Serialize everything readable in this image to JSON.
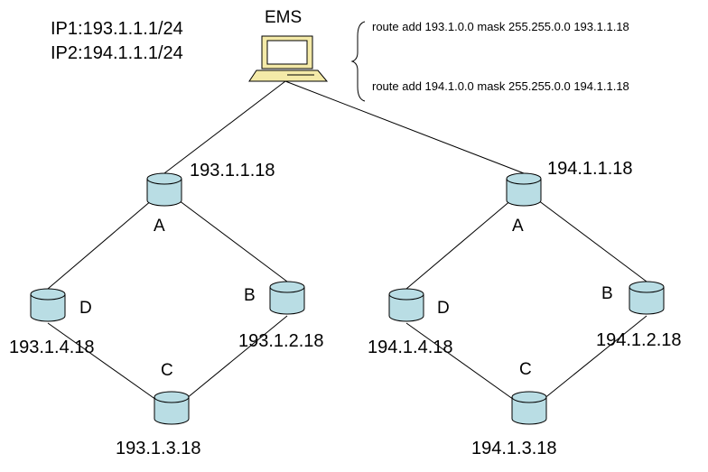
{
  "title": "EMS",
  "ems_ips": [
    "IP1:193.1.1.1/24",
    "IP2:194.1.1.1/24"
  ],
  "routes": [
    "route add 193.1.0.0 mask 255.255.0.0 193.1.1.18",
    "route add 194.1.0.0 mask 255.255.0.0 194.1.1.18"
  ],
  "colors": {
    "node_fill": "#b9dde4",
    "node_stroke": "#000000",
    "monitor_fill": "#f4eaa8",
    "screen_fill": "#ffffff",
    "line": "#000000"
  },
  "networks": [
    {
      "nodes": {
        "A": {
          "letter": "A",
          "ip": "193.1.1.18"
        },
        "B": {
          "letter": "B",
          "ip": "193.1.2.18"
        },
        "C": {
          "letter": "C",
          "ip": "193.1.3.18"
        },
        "D": {
          "letter": "D",
          "ip": "193.1.4.18"
        }
      }
    },
    {
      "nodes": {
        "A": {
          "letter": "A",
          "ip": "194.1.1.18"
        },
        "B": {
          "letter": "B",
          "ip": "194.1.2.18"
        },
        "C": {
          "letter": "C",
          "ip": "194.1.3.18"
        },
        "D": {
          "letter": "D",
          "ip": "194.1.4.18"
        }
      }
    }
  ]
}
